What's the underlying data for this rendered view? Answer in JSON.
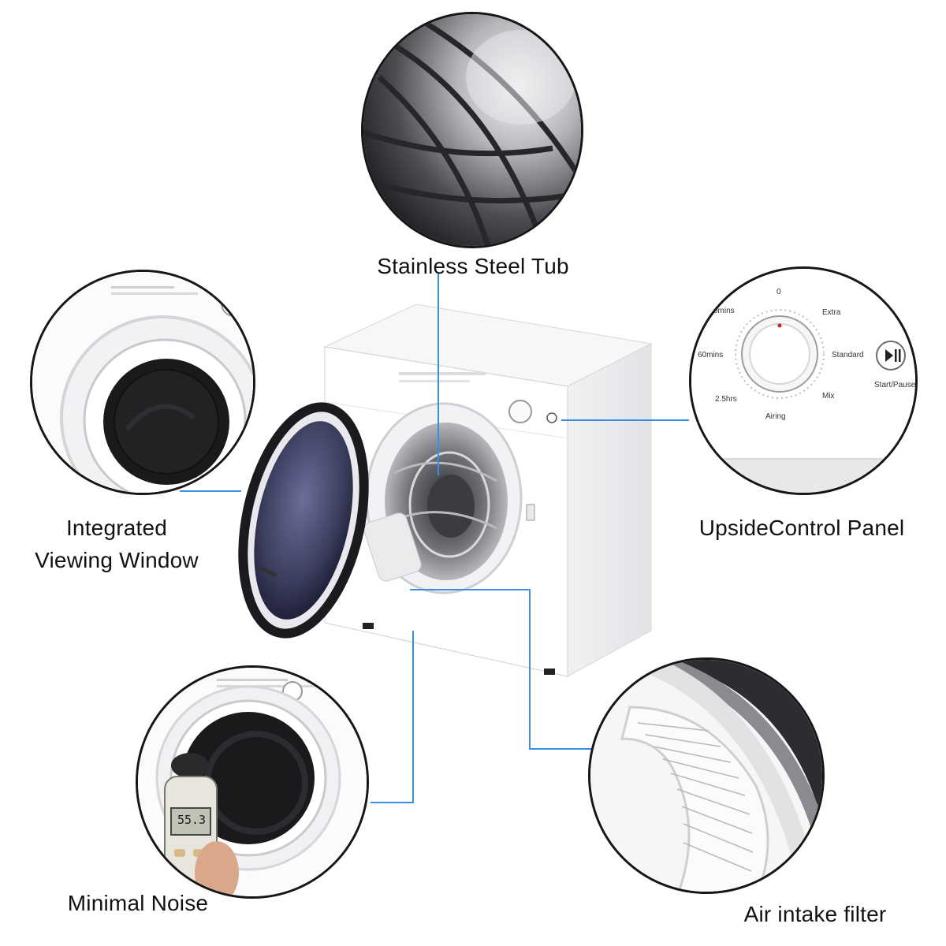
{
  "labels": {
    "tub": "Stainless Steel Tub",
    "window_line1": "Integrated",
    "window_line2": "Viewing Window",
    "panel": "UpsideControl Panel",
    "noise": "Minimal Noise",
    "filter": "Air intake filter"
  },
  "dial": {
    "zero": "0",
    "extra": "Extra",
    "thirty": "0mins",
    "sixty": "60mins",
    "standard": "Standard",
    "two_half": "2.5hrs",
    "mix": "Mix",
    "airing": "Airing",
    "start_pause": "Start/Pause"
  },
  "meter": {
    "reading": "55.3"
  },
  "colors": {
    "connector": "#3b8ee6",
    "ring": "#161616",
    "appliance": "#ffffff",
    "drum": "#8d8f95"
  },
  "icons": [
    "play-pause-icon",
    "sound-meter-icon"
  ]
}
